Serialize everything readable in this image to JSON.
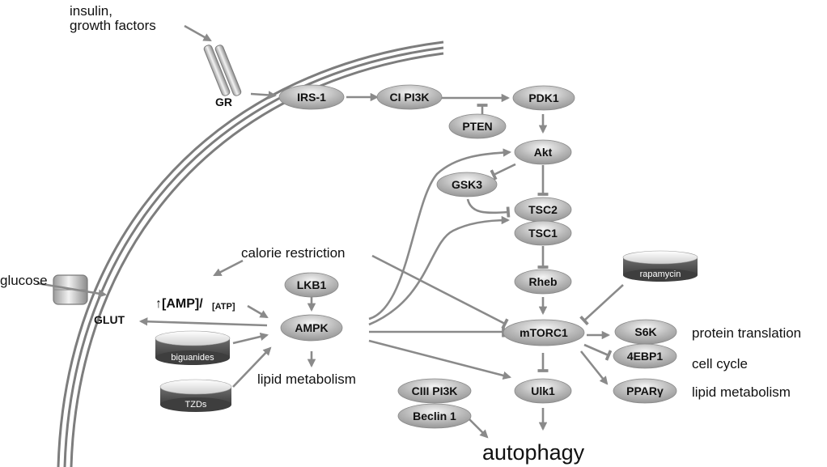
{
  "labels": {
    "insulin": "insulin,",
    "growth_factors": "growth factors",
    "glucose": "glucose",
    "gr": "GR",
    "glut": "GLUT",
    "calorie_restriction": "calorie restriction",
    "amp_up": "↑[AMP]/",
    "atp": "[ATP]",
    "lipid_metabolism_left": "lipid metabolism",
    "protein_translation": "protein translation",
    "cell_cycle": "cell cycle",
    "lipid_metabolism_right": "lipid metabolism",
    "autophagy": "autophagy"
  },
  "nodes": {
    "irs1": "IRS-1",
    "cipi3k": "CI PI3K",
    "pdk1": "PDK1",
    "pten": "PTEN",
    "akt": "Akt",
    "gsk3": "GSK3",
    "tsc2": "TSC2",
    "tsc1": "TSC1",
    "rheb": "Rheb",
    "lkb1": "LKB1",
    "ampk": "AMPK",
    "mtorc1": "mTORC1",
    "s6k": "S6K",
    "ebp1": "4EBP1",
    "ppar": "PPARγ",
    "ulk1": "Ulk1",
    "ciiipi3k": "CIII PI3K",
    "beclin1": "Beclin 1"
  },
  "drugs": {
    "rapamycin": "rapamycin",
    "biguanides": "biguanides",
    "tzds": "TZDs"
  }
}
